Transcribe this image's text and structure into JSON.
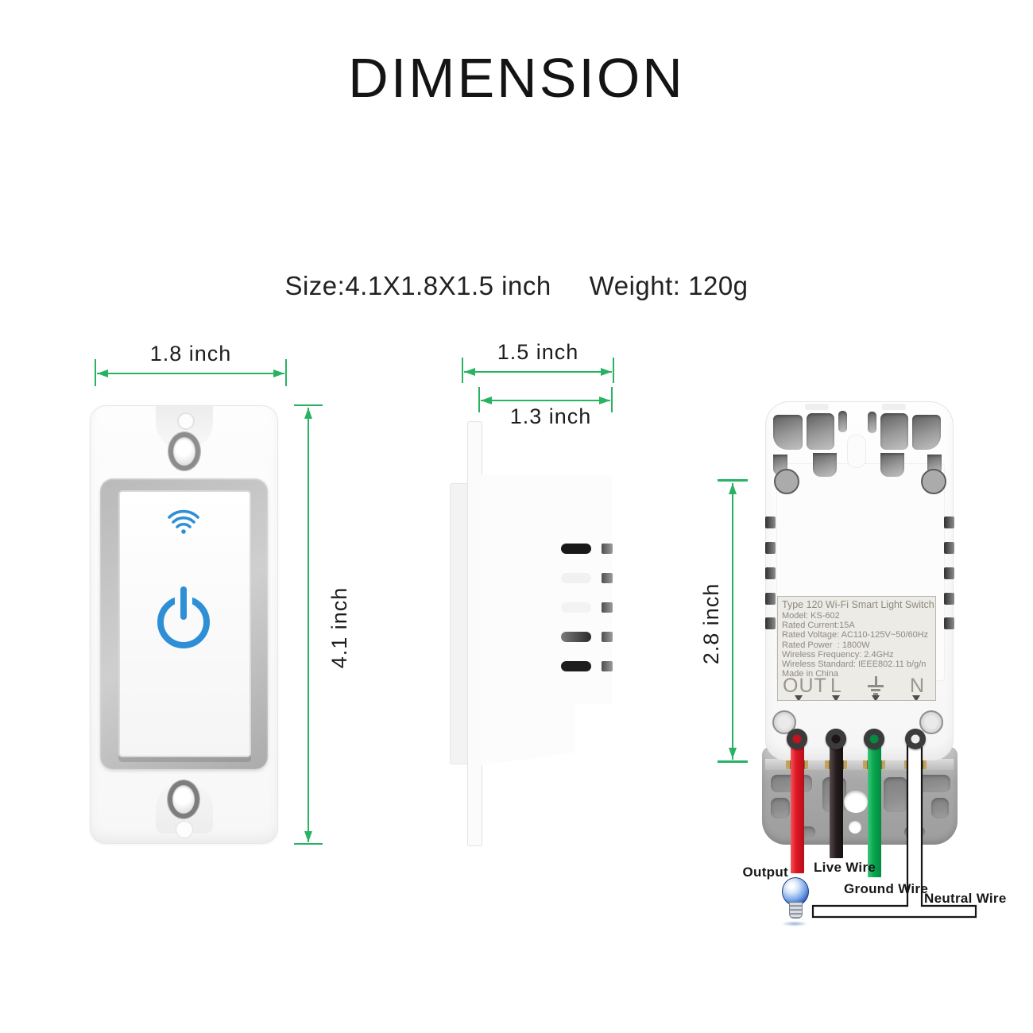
{
  "title": "DIMENSION",
  "subtitle": {
    "size": "Size:4.1X1.8X1.5 inch",
    "weight": "Weight: 120g"
  },
  "colors": {
    "dimension_green": "#28b363",
    "icon_blue": "#2e8fd6",
    "wire_red": "#dd1825",
    "wire_black": "#241b1c",
    "wire_green": "#09a64e",
    "wire_white": "#ffffff",
    "label_bg": "#ecebe5",
    "label_text": "#8d8a80"
  },
  "front_view": {
    "name": "front view",
    "width_label": "1.8 inch",
    "height_label": "4.1 inch",
    "icons": [
      "wifi-icon",
      "power-icon"
    ]
  },
  "side_view": {
    "name": "side view",
    "overall_depth_label": "1.5 inch",
    "body_depth_label": "1.3 inch"
  },
  "back_view": {
    "name": "back view",
    "body_height_label": "2.8 inch",
    "spec_label": {
      "lines": [
        "Type 120 Wi-Fi Smart Light Switch",
        "Model: KS-602",
        "Rated Current:15A",
        "Rated Voltage: AC110-125V~50/60Hz",
        "Rated Power  : 1800W",
        "Wireless Frequency: 2.4GHz",
        "Wireless Standard: IEEE802.11 b/g/n",
        "Made in China"
      ]
    },
    "terminal_markings": {
      "out": "OUT",
      "live": "L",
      "ground": "ground-symbol",
      "neutral": "N"
    },
    "wires": [
      {
        "name": "output-wire",
        "label": "Output",
        "color": "#dd1825"
      },
      {
        "name": "live-wire",
        "label": "Live Wire",
        "color": "#241b1c"
      },
      {
        "name": "ground-wire",
        "label": "Ground Wire",
        "color": "#09a64e"
      },
      {
        "name": "neutral-wire",
        "label": "Neutral Wire",
        "color": "#ffffff"
      }
    ],
    "load_icon": "light-bulb-icon"
  }
}
